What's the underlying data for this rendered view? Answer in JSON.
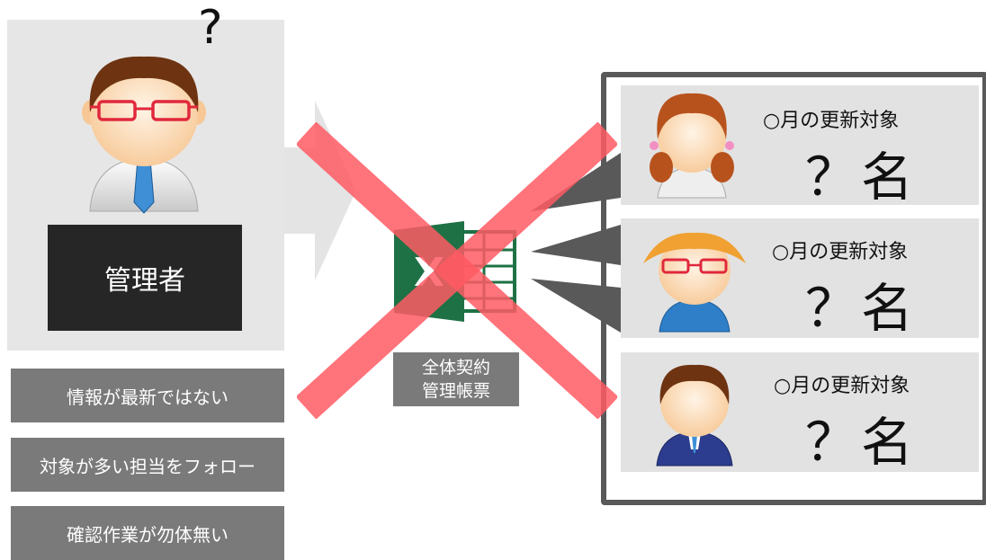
{
  "manager": {
    "question_mark": "?",
    "label": "管理者"
  },
  "issues": [
    "情報が最新ではない",
    "対象が多い担当をフォロー",
    "確認作業が勿体無い"
  ],
  "ledger": {
    "icon": "excel-icon",
    "line1": "全体契約",
    "line2": "管理帳票"
  },
  "staff": [
    {
      "title": "○月の更新対象",
      "count": "？名"
    },
    {
      "title": "○月の更新対象",
      "count": "？名"
    },
    {
      "title": "○月の更新対象",
      "count": "？名"
    }
  ],
  "colors": {
    "cross": "#ff5a64",
    "excel_green": "#1e7145",
    "dark_label": "#262626",
    "issue_box": "#7a7a7a"
  }
}
